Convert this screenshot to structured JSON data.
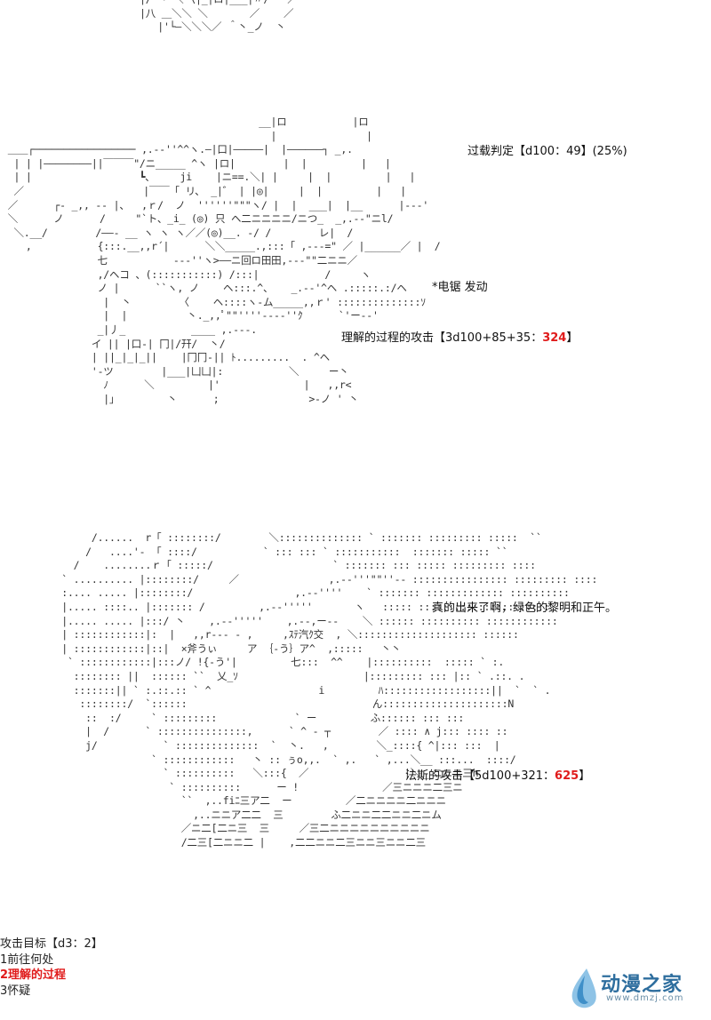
{
  "art": {
    "top_fragment": "       |/ 丶 ＼ \\|_|ロ|___|〃/   ／\n       |八 ＿＼＼ ＼       ／    ／\n          |'└―＼＼＼／ ＾丶_ノ  丶",
    "weapon_figure": "                                           __|ロ           |ロ\n                                             |               |\n ＿＿┌───────────────── ,.-‐''^^ヽ.―|口|―――――|  |――――――┐ _,.\n  | | |――――――――||￣￣￣\"/ニ_____ ^ヽ |ロ|        |  |         |   |\n  | |                  ┗､     ji    |ニ==.＼| |     |  |         |   |\n  ／                    |￣￣「 リ、 _|゛ | |◎|     |  |         |   |\n ／      ┌- _,, -- |、  ,ｒ/  ノ  ''''''\"\"\"ヽ/ |  |  ___|  |__      |---'\n ＼      ノ      /     \"`ト、_i_ (◎) 只 ヘ二ニニニニ/ニつ_  _,.-‐\"ニl/\n  ＼.__/        /――- __ ヽ ヽ ヽ／／(◎)__. -/ /        レ|  /\n    ,           {:::.__,,r´|      ＼＼_____.,:::「 ,---=\" ／ |______／ |  /\n                七           ---''ヽ>――ニ回ロ田田,--‐\"\"二ニニ／\n                ,/ヘコ 、(:::::::::::) /:::|           /     ヽ\n                ノ |      ``ヽ, ノ    ヘ:::.^、   _.-‐'^ヘ .:::::.:/ヘ\n                 |  丶        〈    ヘ::::ヽ-ム_____,,ｒ' ::::::::::::::ｿ\n                 |  |          丶._,,ﾟ\"\"''''----''ｸ      `'ー--'\n                _|丿_           ____ ,.---.\n               イ || |口-| 冂|/幵/  丶/\n               | ||_|_|_||    |冂冂-|| ﾄ.........  . ^ヘ\n               '-ツ        |___|凵凵|:           ＼     ー丶\n                 ﾉ      ＼         |'              |   ,,r<\n                 |」        丶      ;               >-ノ ' 丶",
    "face_figure": "               /......  r「 ::::::::/        ＼:::::::::::::: ` ::::::: ::::::::: :::::  ``\n              /   ....'- 「 ::::/           ` ::: ::: ` :::::::::::  ::::::: ::::: ``\n            /    ........ｒ「 :::::/                    ` ::::::: ::: ::::: ::::::::: ::::\n          ` .......... |::::::::/     ／               ,.-‐'''\"\"''‐- :::::::::::::::: ::::::::: ::::\n          :.... ..... |::::::::/                 ,.-‐''''    ` ::::::: ::::::::::::: ::::::::::\n          |..... ::::.. |::::::: /         ,.-‐'''''       ヽ   ::::: ::::::::::::::::::::::\n          |..... ..... |:::/ 丶    ,.-‐'''''    ,.-‐,ー--    ＼ :::::: :::::::::: ::::::::::::\n          | ::::::::::::|:  |   ,,r-‐- - ,     ,ｽﾃ汽ｸ交  , ＼:::::::::::::::::::: ::::::\n          | ::::::::::::|::|  ×斧うぃ     ア ｛-う｝ア^  ,:::::   丶丶\n           ` ::::::::::::|:::ノ/ !{-う'|         七:::  ^^    |::::::::::  ::::: ` :.\n            :::::::: ||  :::::: ``  乂_ｿ                     |::::::::: ::: |:: ` .::. .\n            :::::::|| ` :.::.:: ` ^                  i         ﾊ::::::::::::::::::||  `  ` .\n             ::::::::/  `::::::                               ん:::::::::::::::::::::N\n              ::  :/     ` :::::::::             ` ー         ふ:::::: ::: :::\n              |  /      ` :::::::::::::::,      ` ^ ‐ ┬        ／ :::: ∧ j::: :::: ::\n              j/           ` ::::::::::::::  `  丶.   ,        ＼_::::{ ^|::: :::  |\n                         ` ::::::::::::   丶 :: ぅo,,.  ` ,.   ` ,...＼__ :::...  ::::/\n                           ` ::::::::::   ＼:::{  ／                |＼__ニニニ三h\n                            ` ::::::::::      ー !              ／三ニニニ二三ニ\n                              ``  ,..fiﾆ三ア二  ー         ／二ニニニニ二ニニニ\n                                ,..ニニア二二  三        ふ二ニニ二二ニニ二ニム\n                              ／ニ二[二ニ三  三     ／三二ニニニニニニニニニニ\n                              /二三[二ニニ二 |    ,二二ニニ二三ニニ三ニニ二三"
  },
  "captions": {
    "overload_check": "过载判定【d100：49】(25%)",
    "chainsaw": "*电锯 发动",
    "understanding_attack_prefix": "理解的过程的攻击【3d100+85+35：",
    "understanding_attack_result": "324",
    "understanding_attack_suffix": "】",
    "dawn_line": "真的出来了啊，绿色的黎明和正午。",
    "fas_attack_prefix": "法斯的攻击【5d100+321：",
    "fas_attack_result": "625",
    "fas_attack_suffix": "】"
  },
  "target_menu": {
    "title": "攻击目标【d3：2】",
    "options": [
      "1前往何处",
      "2理解的过程",
      "3怀疑"
    ],
    "selected_index": 1
  },
  "watermark": {
    "name": "动漫之家",
    "url": "www.dmzj.com",
    "color": "#2e6e9e"
  },
  "colors": {
    "highlight": "#e01b1b"
  }
}
